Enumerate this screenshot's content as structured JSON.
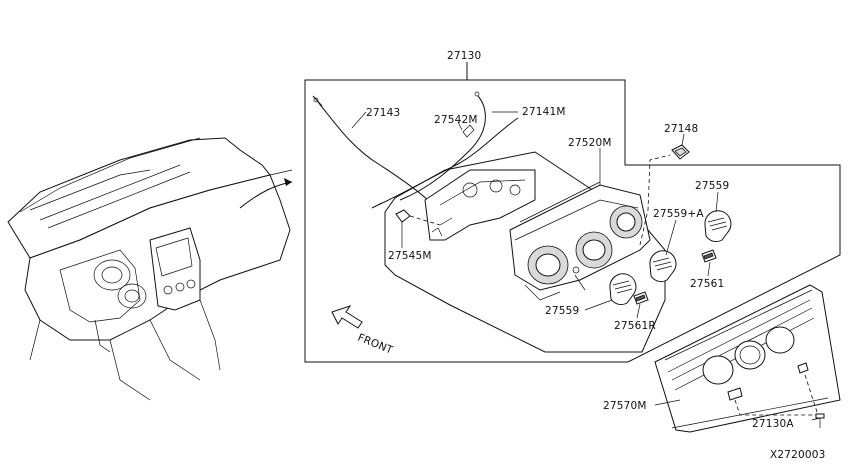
{
  "labels": {
    "p27130": "27130",
    "p27143": "27143",
    "p27542m": "27542M",
    "p27141m": "27141M",
    "p27148": "27148",
    "p27520m": "27520M",
    "p27559_top": "27559",
    "p27559a": "27559+A",
    "p27545m": "27545M",
    "p27561": "27561",
    "p27559_bottom": "27559",
    "p27561r": "27561R",
    "p27570m": "27570M",
    "p27130a": "27130A",
    "front": "FRONT",
    "diagram_id": "X2720003"
  }
}
